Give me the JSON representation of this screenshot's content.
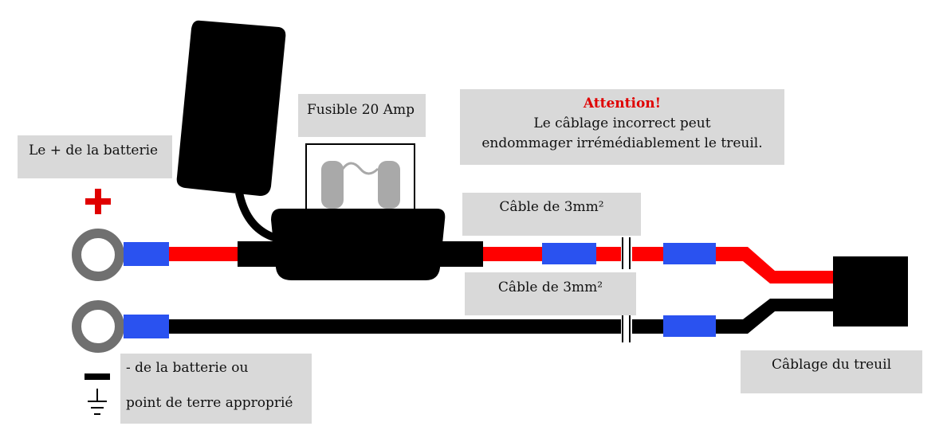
{
  "labels": {
    "battery_positive": "Le + de la batterie",
    "fuse": "Fusible 20 Amp",
    "attention_title": "Attention!",
    "attention_line1": "Le câblage incorrect peut",
    "attention_line2": "endommager irrémédiablement le treuil.",
    "cable_top": "Câble de 3mm²",
    "cable_bottom": "Câble de 3mm²",
    "battery_negative_line1": "- de la batterie  ou",
    "battery_negative_line2": "point de terre approprié",
    "winch": "Câblage du treuil"
  },
  "symbols": {
    "plus": "plus-symbol",
    "minus": "minus-symbol",
    "ground": "ground-icon"
  },
  "colors": {
    "positive_wire": "#ff0000",
    "negative_wire": "#000000",
    "connector_sleeve": "#2a52f0",
    "ring_terminal": "#707070",
    "label_background": "#d9d9d9",
    "attention_text": "#e00000"
  }
}
